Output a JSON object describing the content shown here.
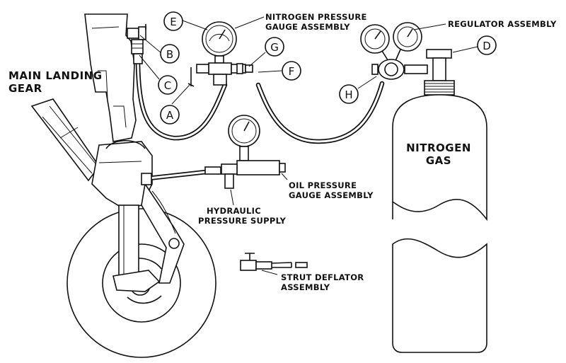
{
  "labels": {
    "main_landing_gear_line1": "MAIN LANDING",
    "main_landing_gear_line2": "GEAR",
    "nitrogen_gauge_line1": "NITROGEN PRESSURE",
    "nitrogen_gauge_line2": "GAUGE ASSEMBLY",
    "regulator": "REGULATOR ASSEMBLY",
    "nitrogen_gas_line1": "NITROGEN",
    "nitrogen_gas_line2": "GAS",
    "oil_gauge_line1": "OIL PRESSURE",
    "oil_gauge_line2": "GAUGE ASSEMBLY",
    "hydraulic_line1": "HYDRAULIC",
    "hydraulic_line2": "PRESSURE SUPPLY",
    "deflator_line1": "STRUT DEFLATOR",
    "deflator_line2": "ASSEMBLY"
  },
  "callouts": {
    "a": "A",
    "b": "B",
    "c": "C",
    "d": "D",
    "e": "E",
    "f": "F",
    "g": "G",
    "h": "H"
  }
}
